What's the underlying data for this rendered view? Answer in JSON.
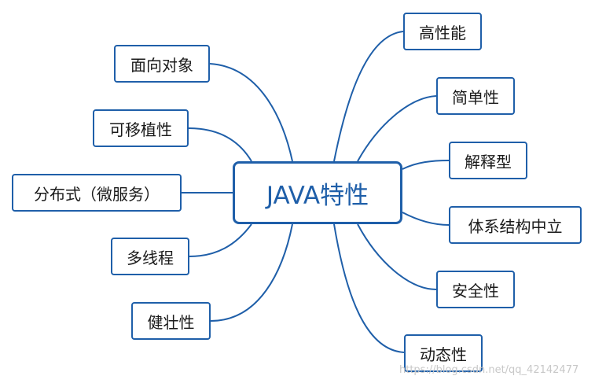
{
  "center": {
    "label": "JAVA特性"
  },
  "left_nodes": [
    {
      "label": "面向对象"
    },
    {
      "label": "可移植性"
    },
    {
      "label": "分布式（微服务）"
    },
    {
      "label": "多线程"
    },
    {
      "label": "健壮性"
    }
  ],
  "right_nodes": [
    {
      "label": "高性能"
    },
    {
      "label": "简单性"
    },
    {
      "label": "解释型"
    },
    {
      "label": "体系结构中立"
    },
    {
      "label": "安全性"
    },
    {
      "label": "动态性"
    }
  ],
  "watermark": "https://blog.csdn.net/qq_42142477",
  "colors": {
    "line": "#1f5fa9",
    "center_text": "#1f5fa9",
    "node_text": "#1a1a1a",
    "node_border": "#1f5fa9"
  }
}
